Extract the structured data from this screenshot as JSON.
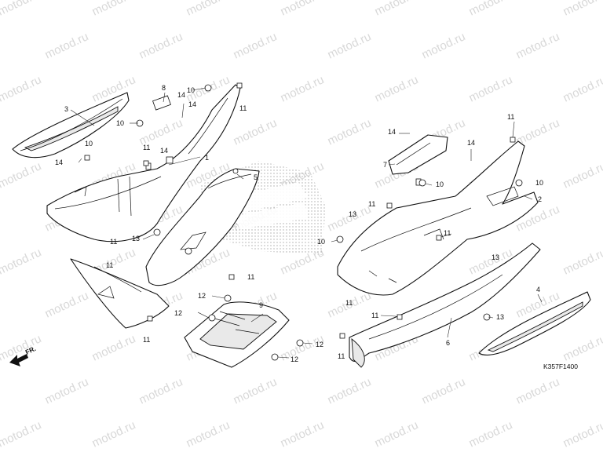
{
  "diagram": {
    "drawing_code": "K357F1400",
    "front_indicator": "FR.",
    "watermark": "motod.ru",
    "callouts": [
      {
        "id": "c1",
        "text": "1"
      },
      {
        "id": "c2",
        "text": "2"
      },
      {
        "id": "c3",
        "text": "3"
      },
      {
        "id": "c4",
        "text": "4"
      },
      {
        "id": "c5",
        "text": "5"
      },
      {
        "id": "c6",
        "text": "6"
      },
      {
        "id": "c7",
        "text": "7"
      },
      {
        "id": "c8",
        "text": "8"
      },
      {
        "id": "c9",
        "text": "9"
      },
      {
        "id": "c10a",
        "text": "10"
      },
      {
        "id": "c10b",
        "text": "10"
      },
      {
        "id": "c10c",
        "text": "10"
      },
      {
        "id": "c10d",
        "text": "10"
      },
      {
        "id": "c10e",
        "text": "10"
      },
      {
        "id": "c10f",
        "text": "10"
      },
      {
        "id": "c11a",
        "text": "11"
      },
      {
        "id": "c11b",
        "text": "11"
      },
      {
        "id": "c11c",
        "text": "11"
      },
      {
        "id": "c11d",
        "text": "11"
      },
      {
        "id": "c11e",
        "text": "11"
      },
      {
        "id": "c11f",
        "text": "11"
      },
      {
        "id": "c11g",
        "text": "11"
      },
      {
        "id": "c11h",
        "text": "11"
      },
      {
        "id": "c11i",
        "text": "11"
      },
      {
        "id": "c11j",
        "text": "11"
      },
      {
        "id": "c11k",
        "text": "11"
      },
      {
        "id": "c11l",
        "text": "11"
      },
      {
        "id": "c12a",
        "text": "12"
      },
      {
        "id": "c12b",
        "text": "12"
      },
      {
        "id": "c12c",
        "text": "12"
      },
      {
        "id": "c12d",
        "text": "12"
      },
      {
        "id": "c13a",
        "text": "13"
      },
      {
        "id": "c13b",
        "text": "13"
      },
      {
        "id": "c14a",
        "text": "14"
      },
      {
        "id": "c14b",
        "text": "14"
      },
      {
        "id": "c14c",
        "text": "14"
      },
      {
        "id": "c14d",
        "text": "14"
      },
      {
        "id": "c14e",
        "text": "14"
      },
      {
        "id": "c14f",
        "text": "14"
      }
    ]
  }
}
